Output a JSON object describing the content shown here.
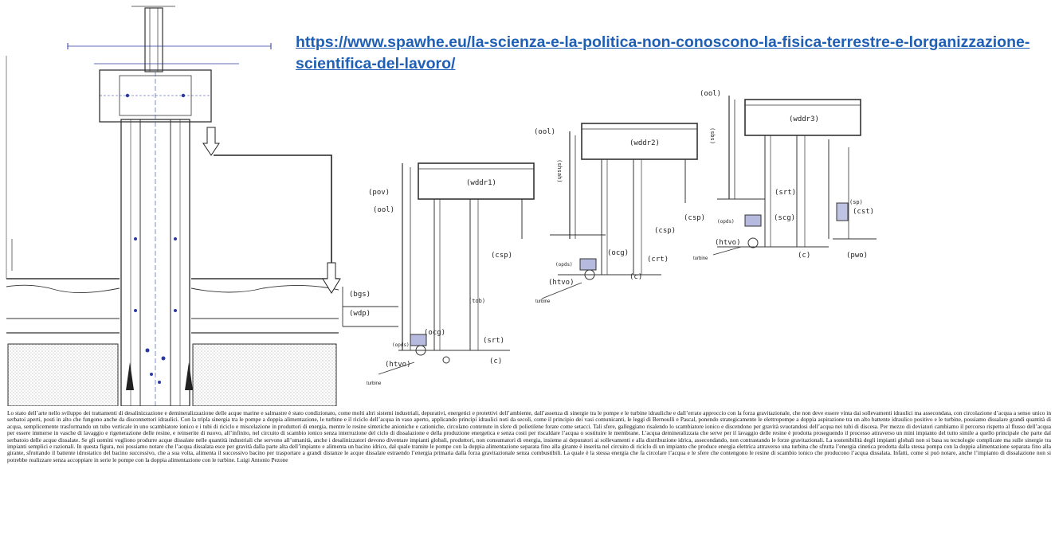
{
  "link": {
    "url": "https://www.spawhe.eu/la-scienza-e-la-politica-non-conoscono-la-fisica-terrestre-e-lorganizzazione-scientifica-del-lavoro/"
  },
  "diagram": {
    "systems": [
      {
        "tank_label": "(wddr1)",
        "labels": {
          "pov": "(pov)",
          "ool": "(ool)",
          "csp": "(csp)",
          "ocg": "(ocg)",
          "srt": "(srt)",
          "c": "(c)",
          "opds": "(opds)",
          "htvo": "(htvo)",
          "tob": "(tob)",
          "turbine": "turbine",
          "bgs": "(bgs)",
          "wdp": "(wdp)"
        }
      },
      {
        "tank_label": "(wddr2)",
        "labels": {
          "ool": "(ool)",
          "shs": "(shsah)",
          "csp": "(csp)",
          "ocg": "(ocg)",
          "crt": "(crt)",
          "c": "(c)",
          "opds": "(opds)",
          "htvo": "(htvo)",
          "turbine": "turbine"
        }
      },
      {
        "tank_label": "(wddr3)",
        "labels": {
          "ool": "(ool)",
          "sbs": "(sbs)",
          "csp": "(csp)",
          "scg": "(scg)",
          "srt": "(srt)",
          "c": "(c)",
          "opds": "(opds)",
          "htvo": "(htvo)",
          "sp": "(sp)",
          "cst": "(cst)",
          "pwo": "(pwo)",
          "turbine": "turbine"
        }
      }
    ]
  },
  "caption": {
    "text": "Lo stato dell’arte nello sviluppo dei trattamenti di desalinizzazione e demineralizzazione delle acque marine e salmastre è stato condizionato, come molti altri sistemi industriali, depurativi, energetici e protettivi dell’ambiente, dall’assenza di sinergie tra le pompe e le turbine idrauliche e dall’errato approccio con la forza gravitazionale, che non deve essere vinta dai sollevamenti idraulici ma assecondata, con circolazione d’acqua a senso unico in serbatoi aperti, posti in alto che fungono anche da disconnettori idraulici. Con la tripla sinergia tra le pompe a doppia alimentazione, le turbine e il riciclo dell’acqua in vaso aperto, applicando principi idraulici noti da secoli, come il principio dei vasi comunicanti, le leggi di Bernoulli e Pascal, ponendo strategicamente le elettropompe a doppia aspirazione tra un alto battente idraulico positivo e le turbine, possiamo dissalare grandi quantità di acqua, semplicemente trasformando un tubo verticale in uno scambiatore ionico e i tubi di riciclo e miscelazione in produttori di energia, mentre le resine sintetiche anioniche e cationiche, circolano contenute in sfere di polietilene forate come setacci. Tali sfere, galleggiano risalendo lo scambiatore ionico e discendono per gravità svuotandosi dell’acqua nei tubi di discesa. Per mezzo di deviatori cambiamo il percorso rispetto al flusso dell’acqua per essere immerse in vasche di lavaggio e rigenerazione delle resine, e reinserite di nuovo, all’infinito, nel circuito di scambio ionico senza interruzione del ciclo di dissalazione e della produzione energetica e senza costi per riscaldare l’acqua o sostituire le membrane. L’acqua demineralizzata che serve per il lavaggio delle resine è prodotta proseguendo il processo attraverso un mini impianto del tutto simile a quello principale che parte dal serbatoio delle acque dissalate. Se gli uomini vogliono produrre acque dissalate nelle quantità industriali che servono all’umanità, anche i desalinizzatori devono diventare impianti globali, produttori, non consumatori di energia, insieme ai depuratori ai sollevamenti e alla distribuzione idrica, assecondando, non contrastando le forze gravitazionali. La sostenibilità degli impianti globali non si basa su tecnologie complicate ma sulle sinergie tra impianti semplici e razionali. In questa figura, noi possiamo notare che l’acqua dissalata esce per gravità dalla parte alta dell’impianto e alimenta un bacino idrico, dal quale tramite le pompe con la doppia alimentazione separata fino alla girante è inserita nel circuito di riciclo di un impianto che produce energia elettrica attraverso una turbina che sfrutta l’energia cinetica prodotta dalla stessa pompa con la doppia alimentazione separata fino alla girante, sfruttando il battente idrostatico del bacino successivo, che a sua volta, alimenta il successivo bacino per trasportare a grandi distanze  le acque dissalate estraendo l’energia primaria dalla forza gravitazionale senza combustibili. La quale è la stessa energia che fa circolare l’acqua e le sfere che contengono le resine di scambio ionico che producono l’acqua dissalata. Infatti, come si può notare, anche l’impianto di dissalazione non si potrebbe realizzare senza accoppiare  in serie le pompe con la doppia alimentazione con le turbine.    Luigi Antonio Pezone"
  }
}
